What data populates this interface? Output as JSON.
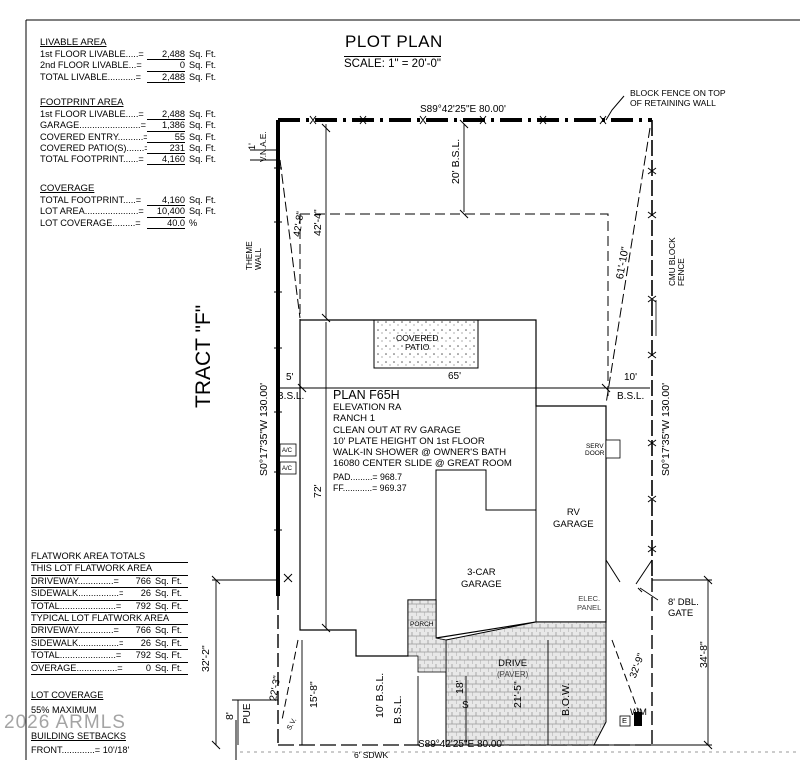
{
  "title": "PLOT PLAN",
  "scale": "SCALE: 1\" = 20'-0\"",
  "livable": {
    "header": "LIVABLE AREA",
    "rows": [
      {
        "label": "1st FLOOR LIVABLE.....=",
        "value": "2,488",
        "unit": "Sq. Ft."
      },
      {
        "label": "2nd FLOOR LIVABLE...=",
        "value": "0",
        "unit": "Sq. Ft."
      },
      {
        "label": "TOTAL LIVABLE...........=",
        "value": "2,488",
        "unit": "Sq. Ft."
      }
    ]
  },
  "footprint": {
    "header": "FOOTPRINT AREA",
    "rows": [
      {
        "label": "1st FLOOR LIVABLE.....=",
        "value": "2,488",
        "unit": "Sq. Ft."
      },
      {
        "label": "GARAGE........................=",
        "value": "1,386",
        "unit": "Sq. Ft."
      },
      {
        "label": "COVERED ENTRY..........=",
        "value": "55",
        "unit": "Sq. Ft."
      },
      {
        "label": "COVERED PATIO(S).......=",
        "value": "231",
        "unit": "Sq. Ft."
      },
      {
        "label": "TOTAL FOOTPRINT......=",
        "value": "4,160",
        "unit": "Sq. Ft."
      }
    ]
  },
  "coverage": {
    "header": "COVERAGE",
    "rows": [
      {
        "label": "TOTAL FOOTPRINT.....=",
        "value": "4,160",
        "unit": "Sq. Ft."
      },
      {
        "label": "LOT AREA.....................=",
        "value": "10,400",
        "unit": "Sq. Ft."
      },
      {
        "label": "LOT COVERAGE.........=",
        "value": "40.0",
        "unit": "%"
      }
    ]
  },
  "flatwork": {
    "header": "FLATWORK AREA TOTALS",
    "this_lot": {
      "header": "THIS LOT FLATWORK AREA",
      "rows": [
        {
          "label": "DRIVEWAY..............=",
          "value": "766",
          "unit": "Sq. Ft."
        },
        {
          "label": "SIDEWALK................=",
          "value": "26",
          "unit": "Sq. Ft."
        },
        {
          "label": "TOTAL......................=",
          "value": "792",
          "unit": "Sq. Ft."
        }
      ]
    },
    "typical": {
      "header": "TYPICAL LOT FLATWORK AREA",
      "rows": [
        {
          "label": "DRIVEWAY..............=",
          "value": "766",
          "unit": "Sq. Ft."
        },
        {
          "label": "SIDEWALK................=",
          "value": "26",
          "unit": "Sq. Ft."
        },
        {
          "label": "TOTAL......................=",
          "value": "792",
          "unit": "Sq. Ft."
        },
        {
          "label": "OVERAGE................=",
          "value": "0",
          "unit": "Sq. Ft."
        }
      ]
    }
  },
  "lot_coverage_note": {
    "header": "LOT COVERAGE",
    "max": "55% MAXIMUM"
  },
  "setbacks": {
    "header": "BUILDING SETBACKS",
    "front": "FRONT.............= 10'/18'"
  },
  "watermark": "2026 ARMLS",
  "plan_info": {
    "plan": "PLAN F65H",
    "lines": [
      "ELEVATION RA",
      "RANCH 1",
      "CLEAN OUT AT RV GARAGE",
      "10' PLATE HEIGHT ON 1st FLOOR",
      "WALK-IN SHOWER @ OWNER'S BATH",
      "16080 CENTER SLIDE @ GREAT ROOM"
    ],
    "pad": "PAD.........= 968.7",
    "ff": "FF............= 969.37"
  },
  "labels": {
    "block_fence_top": "BLOCK FENCE ON TOP",
    "block_fence_bottom": "OF RETAINING WALL",
    "tract": "TRACT \"F\"",
    "theme_wall_1": "THEME",
    "theme_wall_2": "WALL",
    "cmu_1": "CMU BLOCK",
    "cmu_2": "FENCE",
    "vnae": "V.N.A.E.",
    "covered_patio_1": "COVERED",
    "covered_patio_2": "PATIO",
    "serv_door_1": "SERV",
    "serv_door_2": "DOOR",
    "rv_garage_1": "RV",
    "rv_garage_2": "GARAGE",
    "car_garage_1": "3-CAR",
    "car_garage_2": "GARAGE",
    "elec_panel_1": "ELEC.",
    "elec_panel_2": "PANEL",
    "porch": "PORCH",
    "drive": "DRIVE",
    "paver": "(PAVER)",
    "dbl_gate_1": "8' DBL.",
    "dbl_gate_2": "GATE",
    "ac": "A/C",
    "wm": "WM",
    "e": "E",
    "pue": "PUE",
    "sv": "S.V.",
    "s": "S",
    "sdwk": "6' SDWK"
  },
  "dims": {
    "top_bearing": "S89°42'25\"E  80.00'",
    "bottom_bearing": "S89°42'25\"E  80.00'",
    "left_bearing": "S0°17'35\"W  130.00'",
    "right_bearing": "S0°17'35\"W  130.00'",
    "rear_bsl": "20' B.S.L.",
    "width_65": "65'",
    "left_5": "5'",
    "left_bsl": "B.S.L.",
    "right_10": "10'",
    "right_bsl": "B.S.L.",
    "d_1": "1'",
    "d_42_8": "42'-8\"",
    "d_42_4": "42'-4\"",
    "d_61_10": "61'-10\"",
    "d_72": "72'",
    "d_32_2": "32'-2\"",
    "d_22_3": "22'-3\"",
    "d_15_8": "15'-8\"",
    "d_8": "8'",
    "d_10_bsl": "10' B.S.L.",
    "d_18": "18'",
    "d_21_5": "21'-5\"",
    "d_bow": "B.O.W.",
    "d_32_9": "32'-9\"",
    "d_34_8": "34'-8\""
  }
}
